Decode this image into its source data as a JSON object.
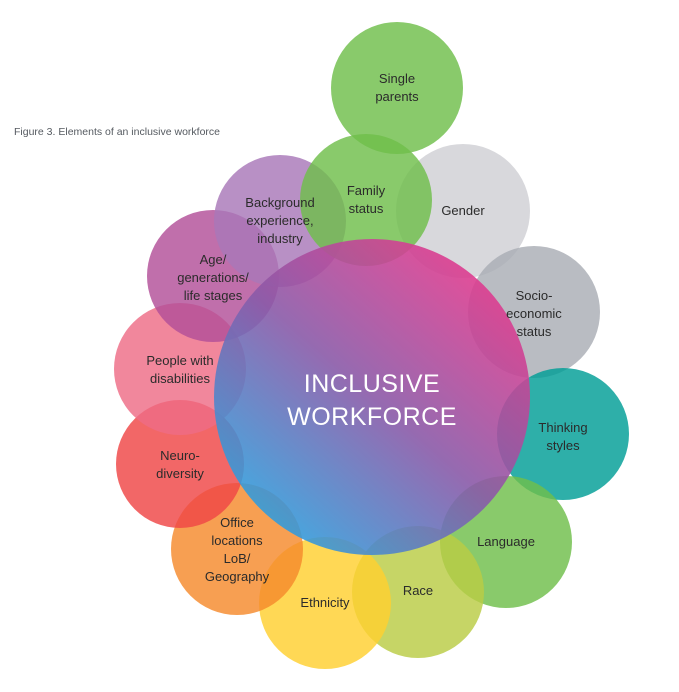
{
  "caption": "Figure 3. Elements of an inclusive workforce",
  "center": {
    "lines": [
      "INCLUSIVE",
      "WORKFORCE"
    ],
    "gradient": [
      "#e23b8e",
      "#8a5aa8",
      "#2fa0dd"
    ]
  },
  "elements": [
    {
      "id": "single-parents",
      "lines": [
        "Single",
        "parents"
      ],
      "color": "#6fbe4a"
    },
    {
      "id": "gender",
      "lines": [
        "Gender"
      ],
      "color": "#cfd0d4"
    },
    {
      "id": "socio-economic-status",
      "lines": [
        "Socio-",
        "economic",
        "status"
      ],
      "color": "#a9adb4"
    },
    {
      "id": "thinking-styles",
      "lines": [
        "Thinking",
        "styles"
      ],
      "color": "#009e96"
    },
    {
      "id": "language",
      "lines": [
        "Language"
      ],
      "color": "#6fbe4a"
    },
    {
      "id": "race",
      "lines": [
        "Race"
      ],
      "color": "#b9cc44"
    },
    {
      "id": "ethnicity",
      "lines": [
        "Ethnicity"
      ],
      "color": "#ffd02f"
    },
    {
      "id": "office-locations",
      "lines": [
        "Office",
        "locations",
        "LoB/",
        "Geography"
      ],
      "color": "#f58a2c"
    },
    {
      "id": "neuro-diversity",
      "lines": [
        "Neuro-",
        "diversity"
      ],
      "color": "#ef4646"
    },
    {
      "id": "people-with-disabilities",
      "lines": [
        "People with",
        "disabilities"
      ],
      "color": "#ee6d86"
    },
    {
      "id": "age-generations",
      "lines": [
        "Age/",
        "generations/",
        "life stages"
      ],
      "color": "#b24f98"
    },
    {
      "id": "background-experience",
      "lines": [
        "Background",
        "experience,",
        "industry"
      ],
      "color": "#a877b8"
    },
    {
      "id": "family-status",
      "lines": [
        "Family",
        "status"
      ],
      "color": "#6fbe4a"
    }
  ]
}
